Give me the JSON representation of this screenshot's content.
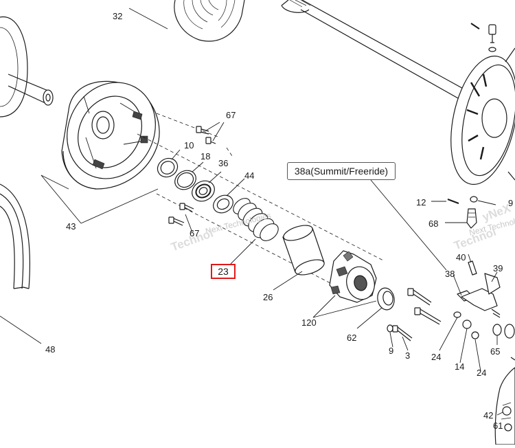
{
  "diagram": {
    "callout_label": "38a(Summit/Freeride)",
    "highlighted_part": "23",
    "watermark": "Next Technologies",
    "watermark_short": "Technol",
    "watermark_right_1": "yNeX",
    "watermark_right_2": "Technol",
    "labels": {
      "p32": "32",
      "p67a": "67",
      "p10": "10",
      "p18": "18",
      "p36": "36",
      "p44": "44",
      "p43": "43",
      "p67b": "67",
      "p26": "26",
      "p120": "120",
      "p62": "62",
      "p9a": "9",
      "p3": "3",
      "p48": "48",
      "p12": "12",
      "p9b": "9",
      "p68": "68",
      "p40": "40",
      "p39": "39",
      "p38": "38",
      "p24a": "24",
      "p14": "14",
      "p24b": "24",
      "p65": "65",
      "p42": "42",
      "p61": "61"
    }
  }
}
